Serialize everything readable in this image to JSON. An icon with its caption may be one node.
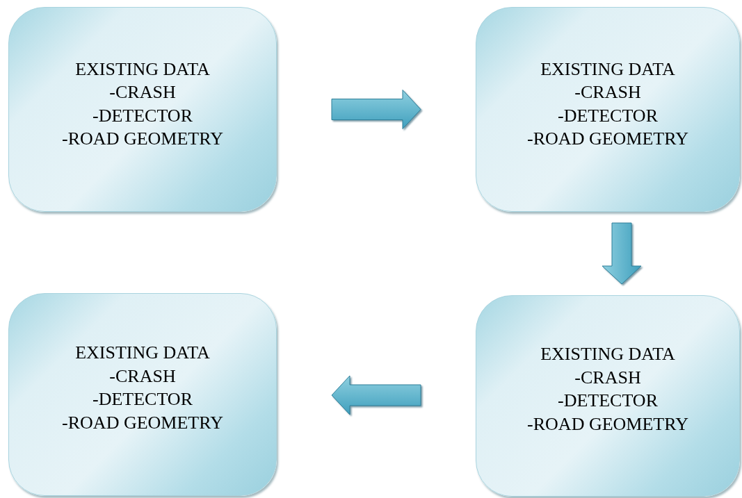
{
  "diagram": {
    "nodes": [
      {
        "text": [
          "EXISTING DATA",
          "-CRASH",
          "-DETECTOR",
          "-ROAD GEOMETRY"
        ]
      },
      {
        "text": [
          "EXISTING DATA",
          "-CRASH",
          "-DETECTOR",
          "-ROAD GEOMETRY"
        ]
      },
      {
        "text": [
          "EXISTING DATA",
          "-CRASH",
          "-DETECTOR",
          "-ROAD GEOMETRY"
        ]
      },
      {
        "text": [
          "EXISTING DATA",
          "-CRASH",
          "-DETECTOR",
          "-ROAD GEOMETRY"
        ]
      }
    ],
    "edges": [
      {
        "from": 0,
        "to": 1,
        "arrow": "to"
      },
      {
        "from": 1,
        "to": 3,
        "arrow": "to"
      },
      {
        "from": 3,
        "to": 2,
        "arrow": "to"
      }
    ]
  }
}
